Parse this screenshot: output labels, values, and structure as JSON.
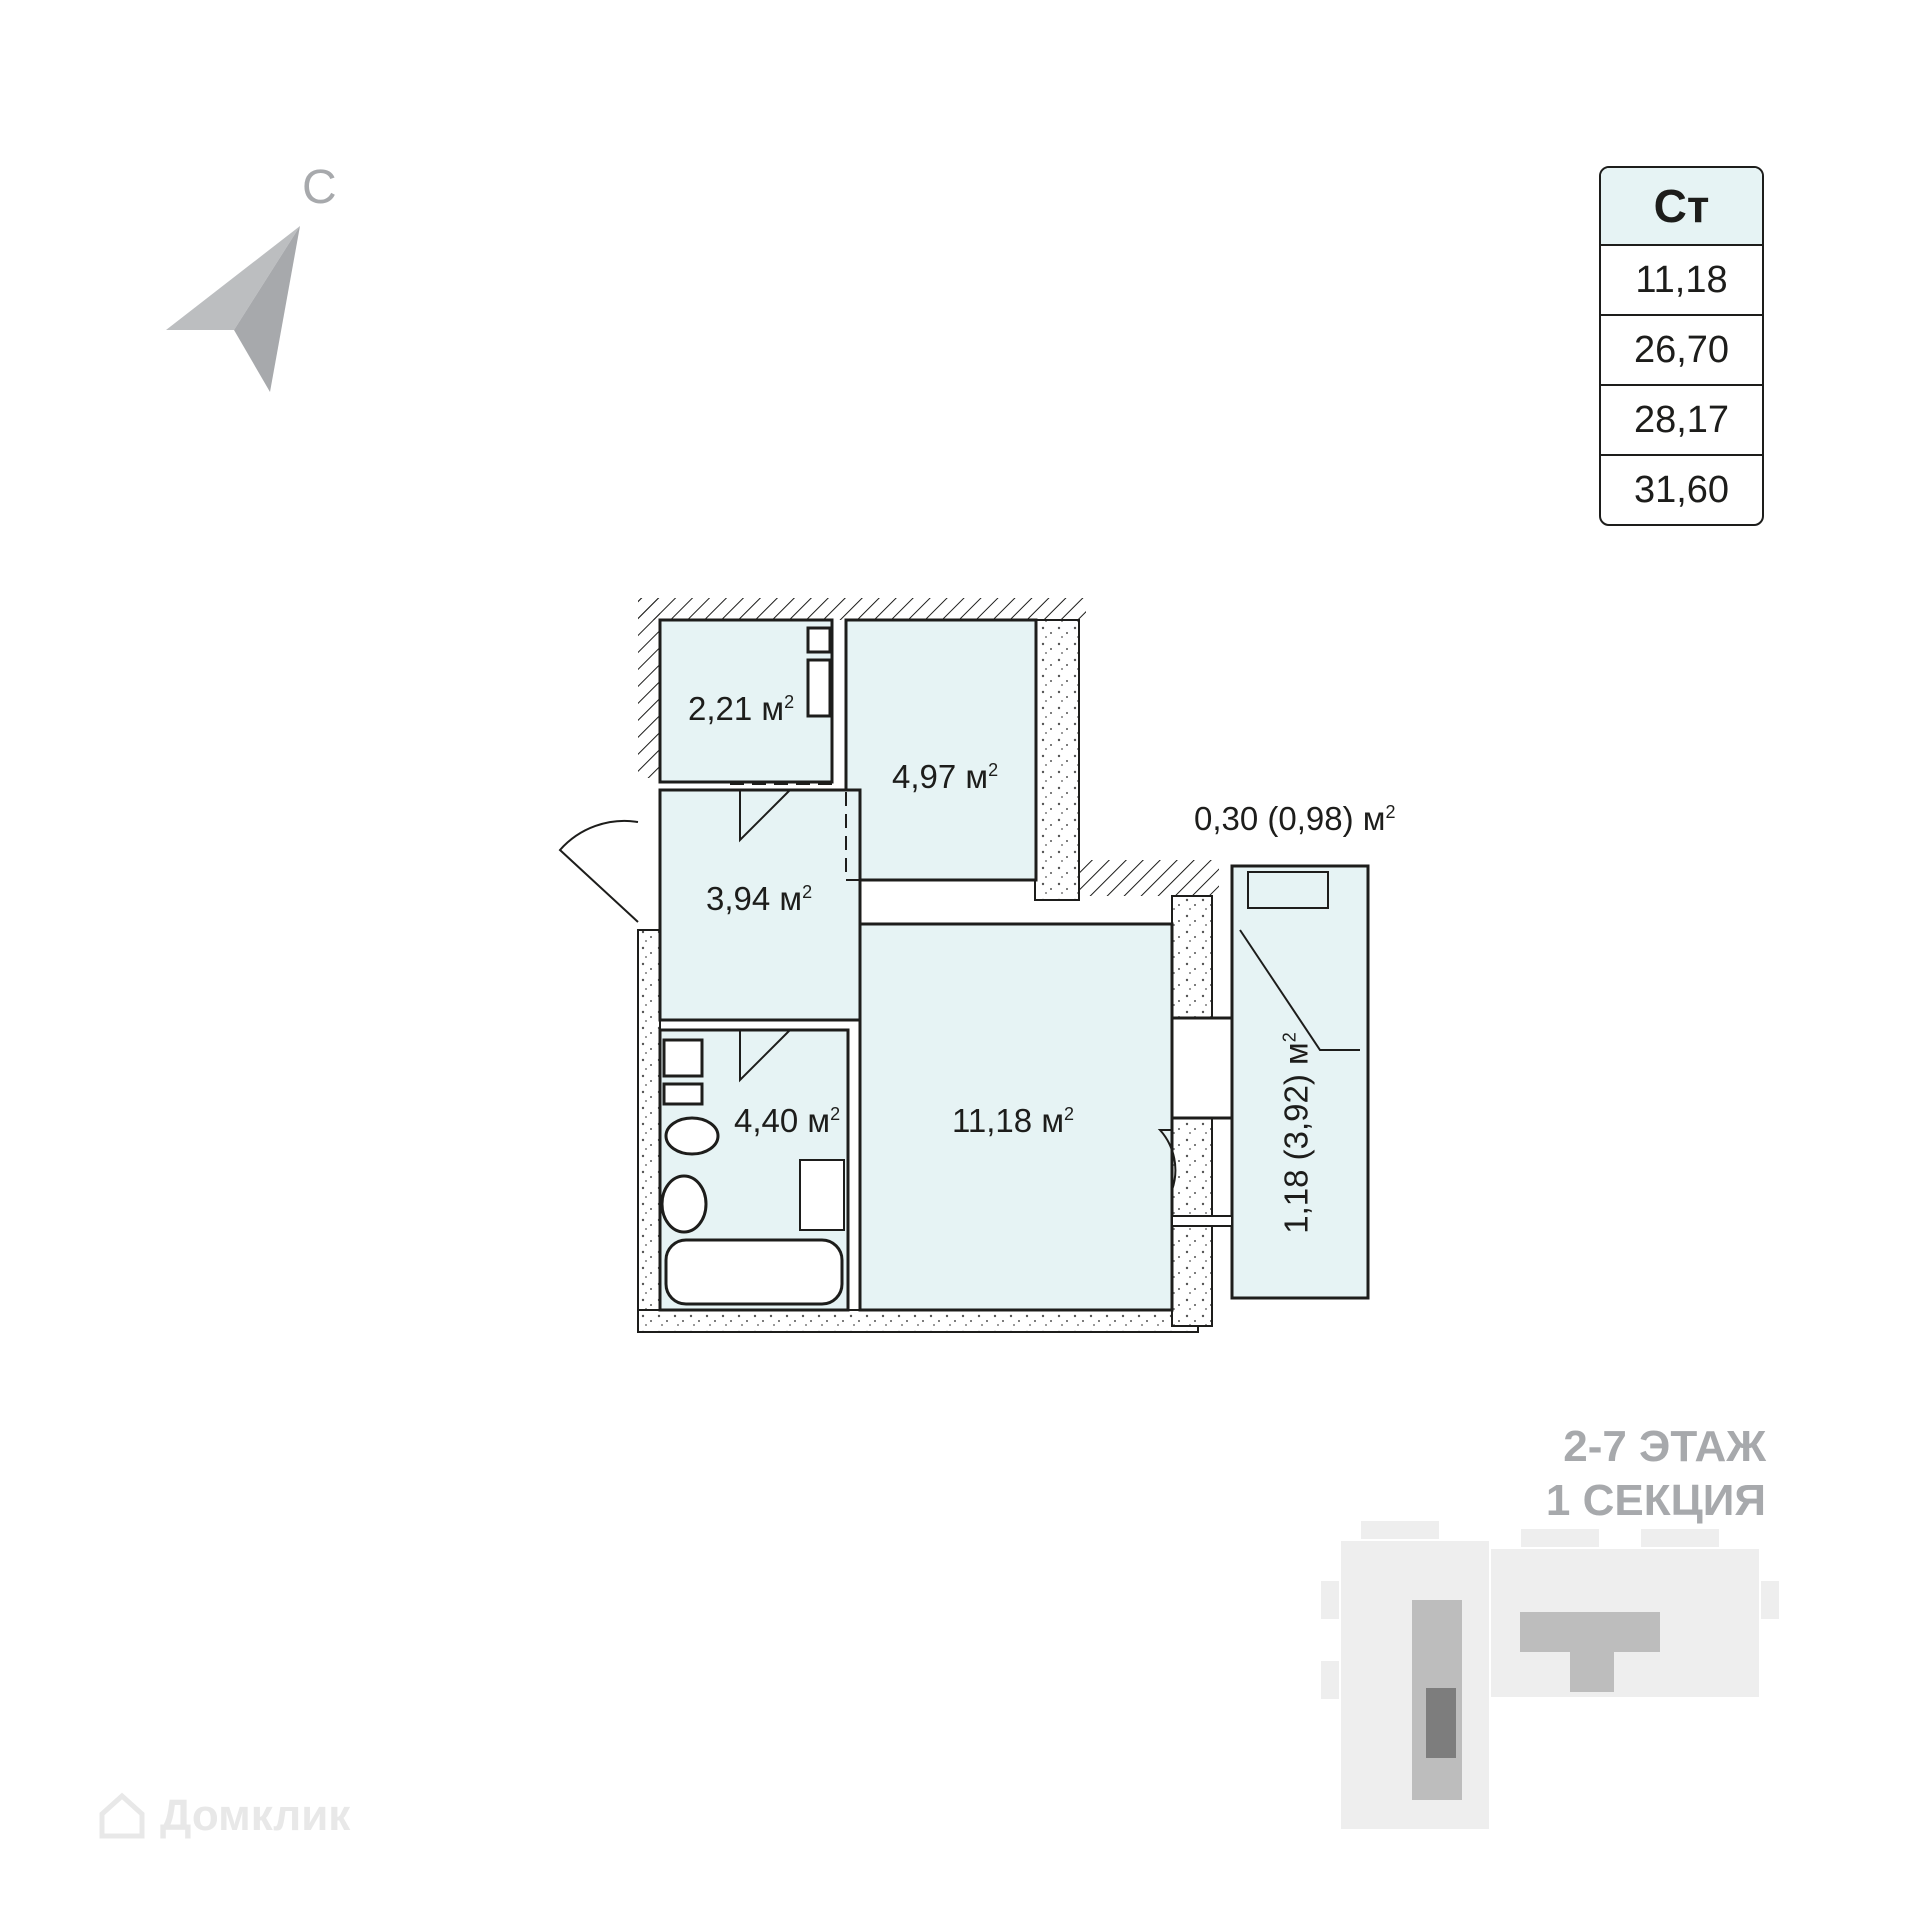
{
  "compass": {
    "letter": "С",
    "icon": "north-arrow-icon"
  },
  "apartment_type": {
    "code": "Ст",
    "areas": [
      "11,18",
      "26,70",
      "28,17",
      "31,60"
    ]
  },
  "rooms": [
    {
      "name": "storage",
      "area": "2,21",
      "unit": "м",
      "sup": "2"
    },
    {
      "name": "kitchen",
      "area": "4,97",
      "unit": "м",
      "sup": "2"
    },
    {
      "name": "hallway",
      "area": "3,94",
      "unit": "м",
      "sup": "2"
    },
    {
      "name": "bathroom",
      "area": "4,40",
      "unit": "м",
      "sup": "2"
    },
    {
      "name": "living-room",
      "area": "11,18",
      "unit": "м",
      "sup": "2"
    },
    {
      "name": "balcony-small",
      "area": "0,30 (0,98)",
      "unit": "м",
      "sup": "2"
    },
    {
      "name": "loggia",
      "area": "1,18 (3,92)",
      "unit": "м",
      "sup": "2"
    }
  ],
  "floor_info": {
    "floors": "2-7 ЭТАЖ",
    "section": "1 СЕКЦИЯ"
  },
  "watermark": {
    "text": "Домклик",
    "icon": "house-logo-icon"
  },
  "colors": {
    "room_fill": "#e6f3f4",
    "wall": "#1d1d1b",
    "accent_grey": "#a7a9ac",
    "highlight": "#7d7d7d"
  }
}
